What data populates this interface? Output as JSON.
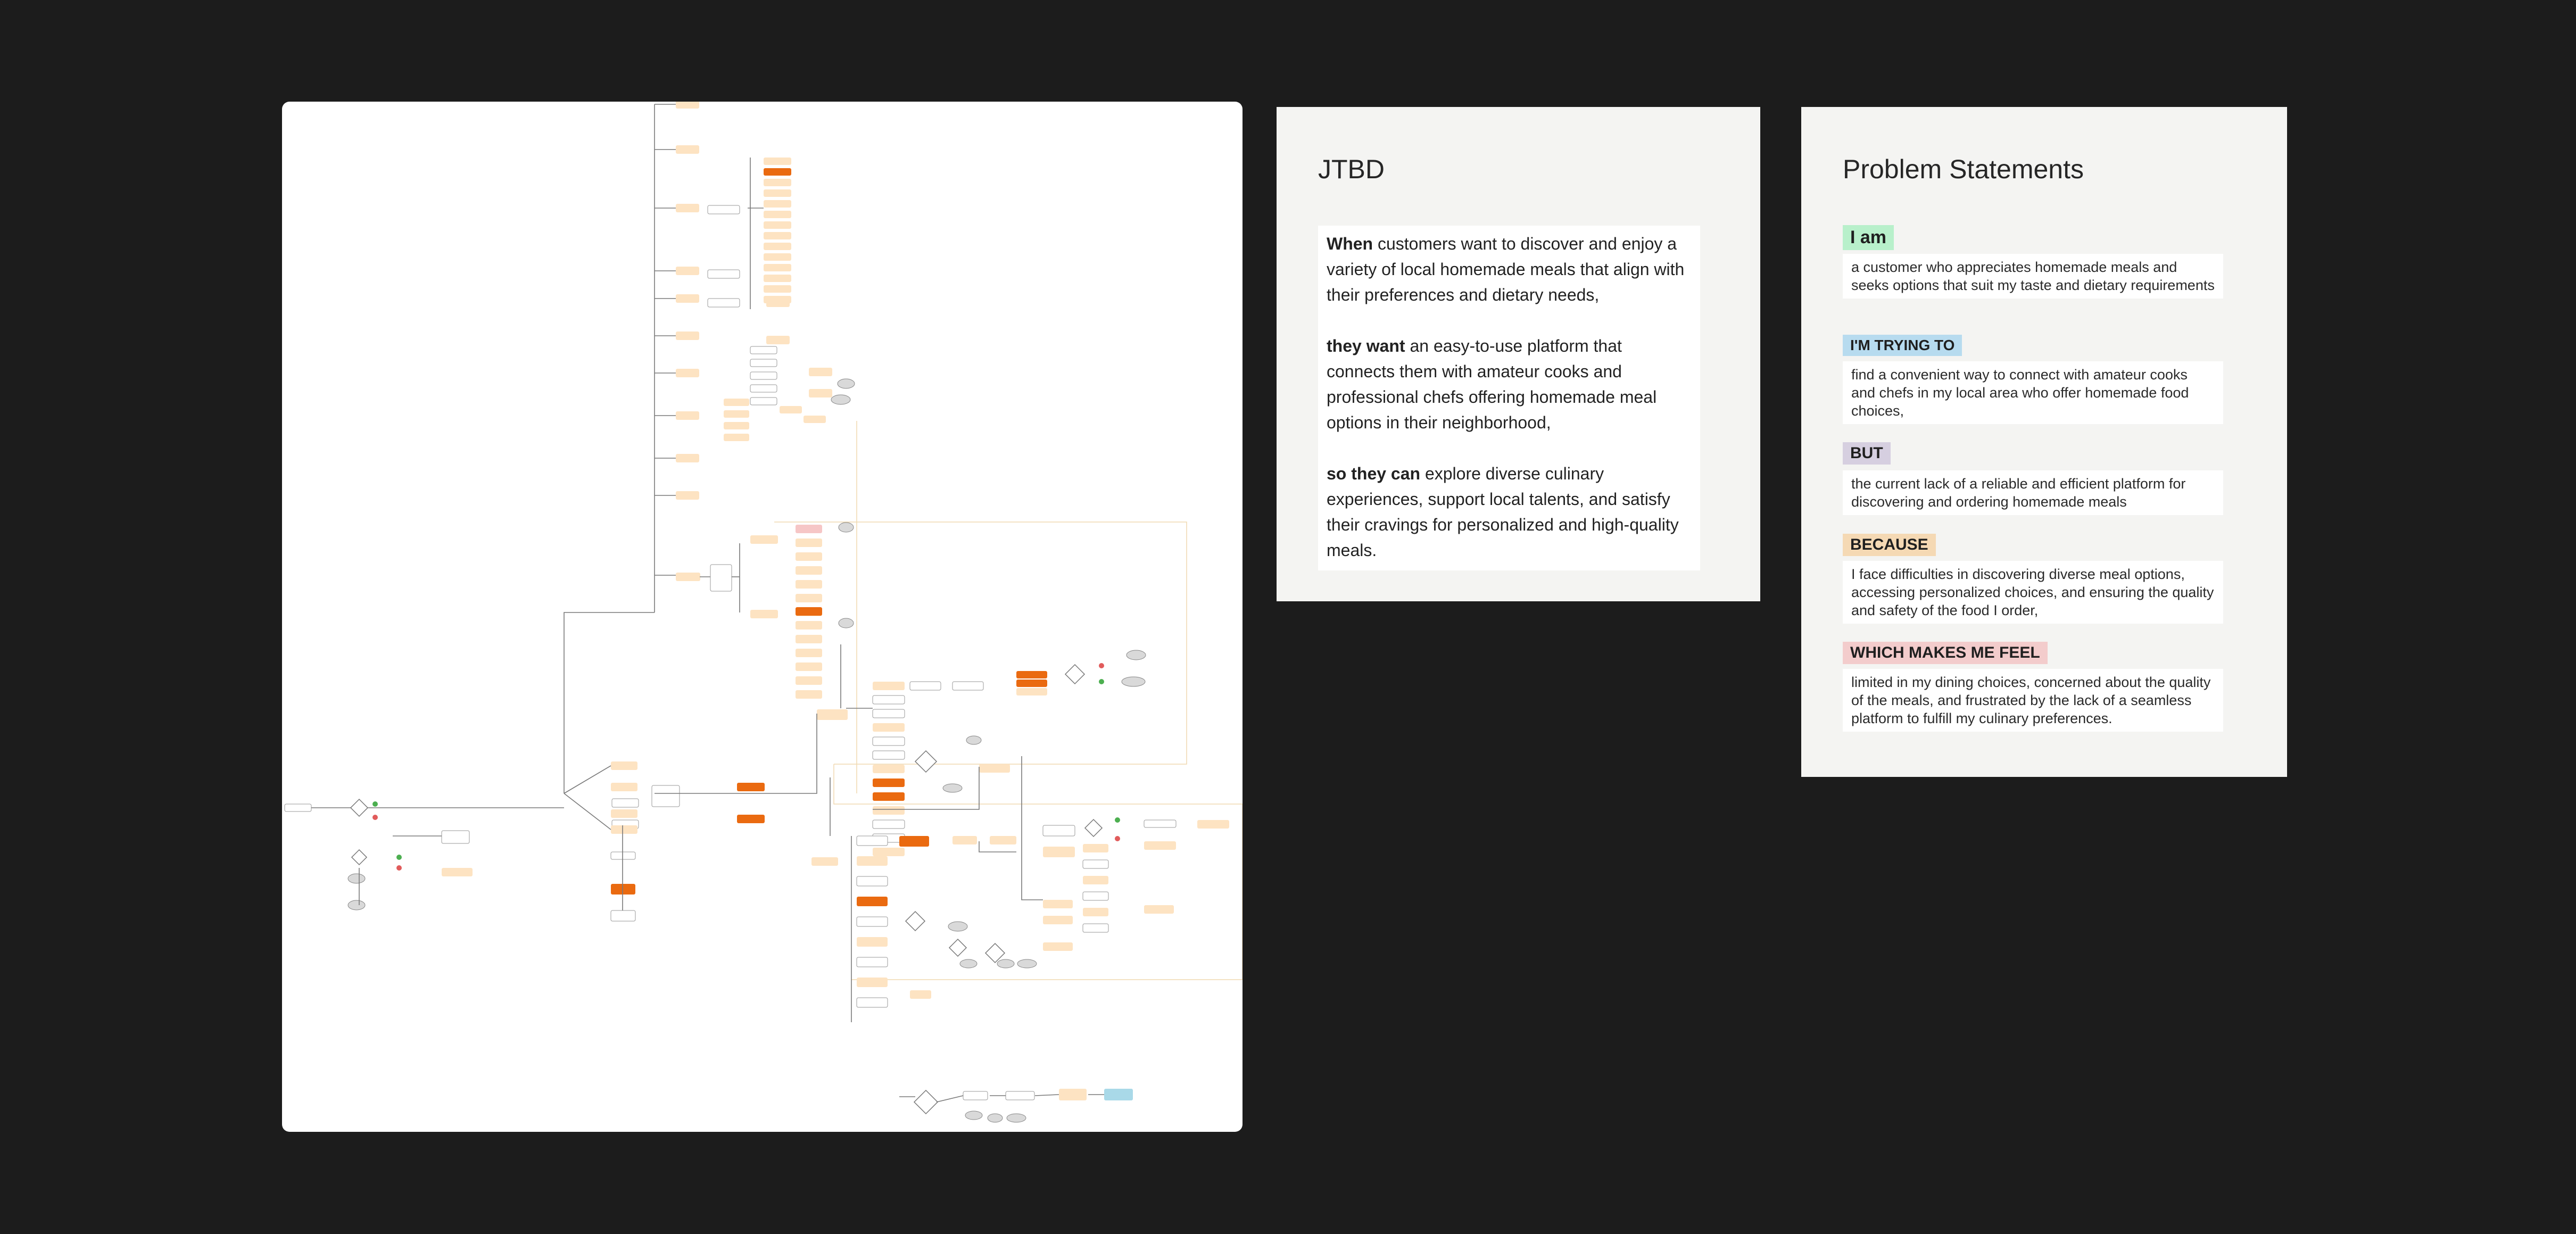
{
  "jtbd": {
    "title": "JTBD",
    "when_label": "When",
    "when_text": "  customers want to discover and enjoy a variety of local homemade meals that align with their preferences and dietary needs,",
    "want_label": "they want",
    "want_text": " an easy-to-use platform that connects them with amateur cooks and professional chefs offering homemade meal options in their neighborhood,",
    "socan_label": "so they can",
    "socan_text": "  explore diverse culinary experiences, support local talents, and satisfy their cravings for personalized and high-quality meals."
  },
  "problem": {
    "title": "Problem Statements",
    "statements": [
      {
        "tag": "I am",
        "color": "#b8f0cb",
        "text": "a customer who appreciates homemade meals and seeks options that suit my taste and dietary requirements"
      },
      {
        "tag": "I'M TRYING TO",
        "color": "#b7dbef",
        "text": "find a convenient way to connect with amateur cooks and chefs in my local area who offer homemade food choices,"
      },
      {
        "tag": "BUT",
        "color": "#d6cfe0",
        "text": " the current lack of a reliable and efficient platform for discovering and ordering homemade meals"
      },
      {
        "tag": "BECAUSE",
        "color": "#f5d9b4",
        "text": " I face difficulties in discovering diverse meal options, accessing personalized choices, and ensuring the quality and safety of the food I order,"
      },
      {
        "tag": "WHICH MAKES ME FEEL",
        "color": "#f3cccc",
        "text": " limited in my dining choices, concerned about the quality of the meals, and frustrated by the lack of a seamless platform to fulfill my culinary preferences."
      }
    ]
  },
  "colors": {
    "background": "#1c1c1c",
    "panel": "#f4f4f2",
    "node_light": "#fde3c2",
    "node_dark": "#ea6a10",
    "node_red": "#f6c6c6",
    "node_blue": "#a9d9e8",
    "line": "#7a7a7a"
  }
}
